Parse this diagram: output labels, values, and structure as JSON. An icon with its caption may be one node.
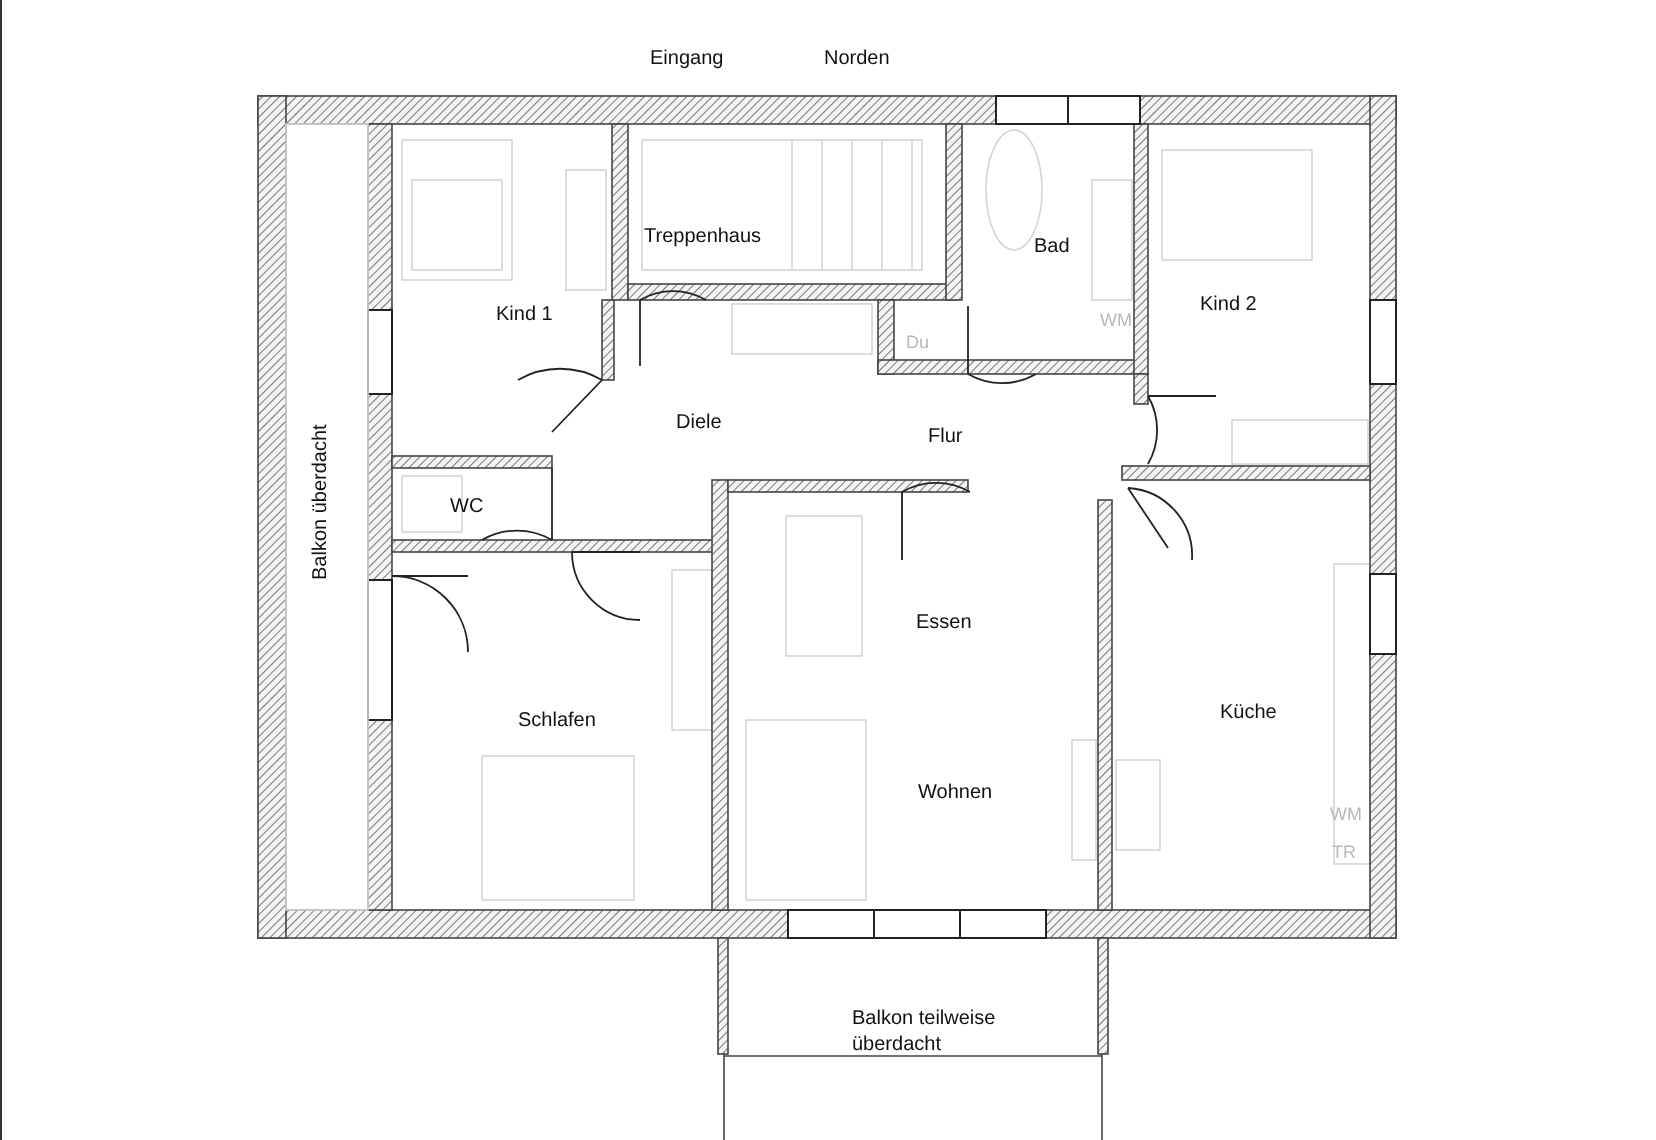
{
  "diagram": {
    "labels": [
      "Eingang",
      "Norden",
      "Treppenhaus",
      "Bad",
      "Kind 1",
      "Kind 2",
      "WM",
      "Du",
      "Diele",
      "Flur",
      "WC",
      "Balkon überdacht",
      "Essen",
      "Schlafen",
      "Küche",
      "Wohnen",
      "WM",
      "TR",
      "Balkon teilweise überdacht"
    ]
  }
}
